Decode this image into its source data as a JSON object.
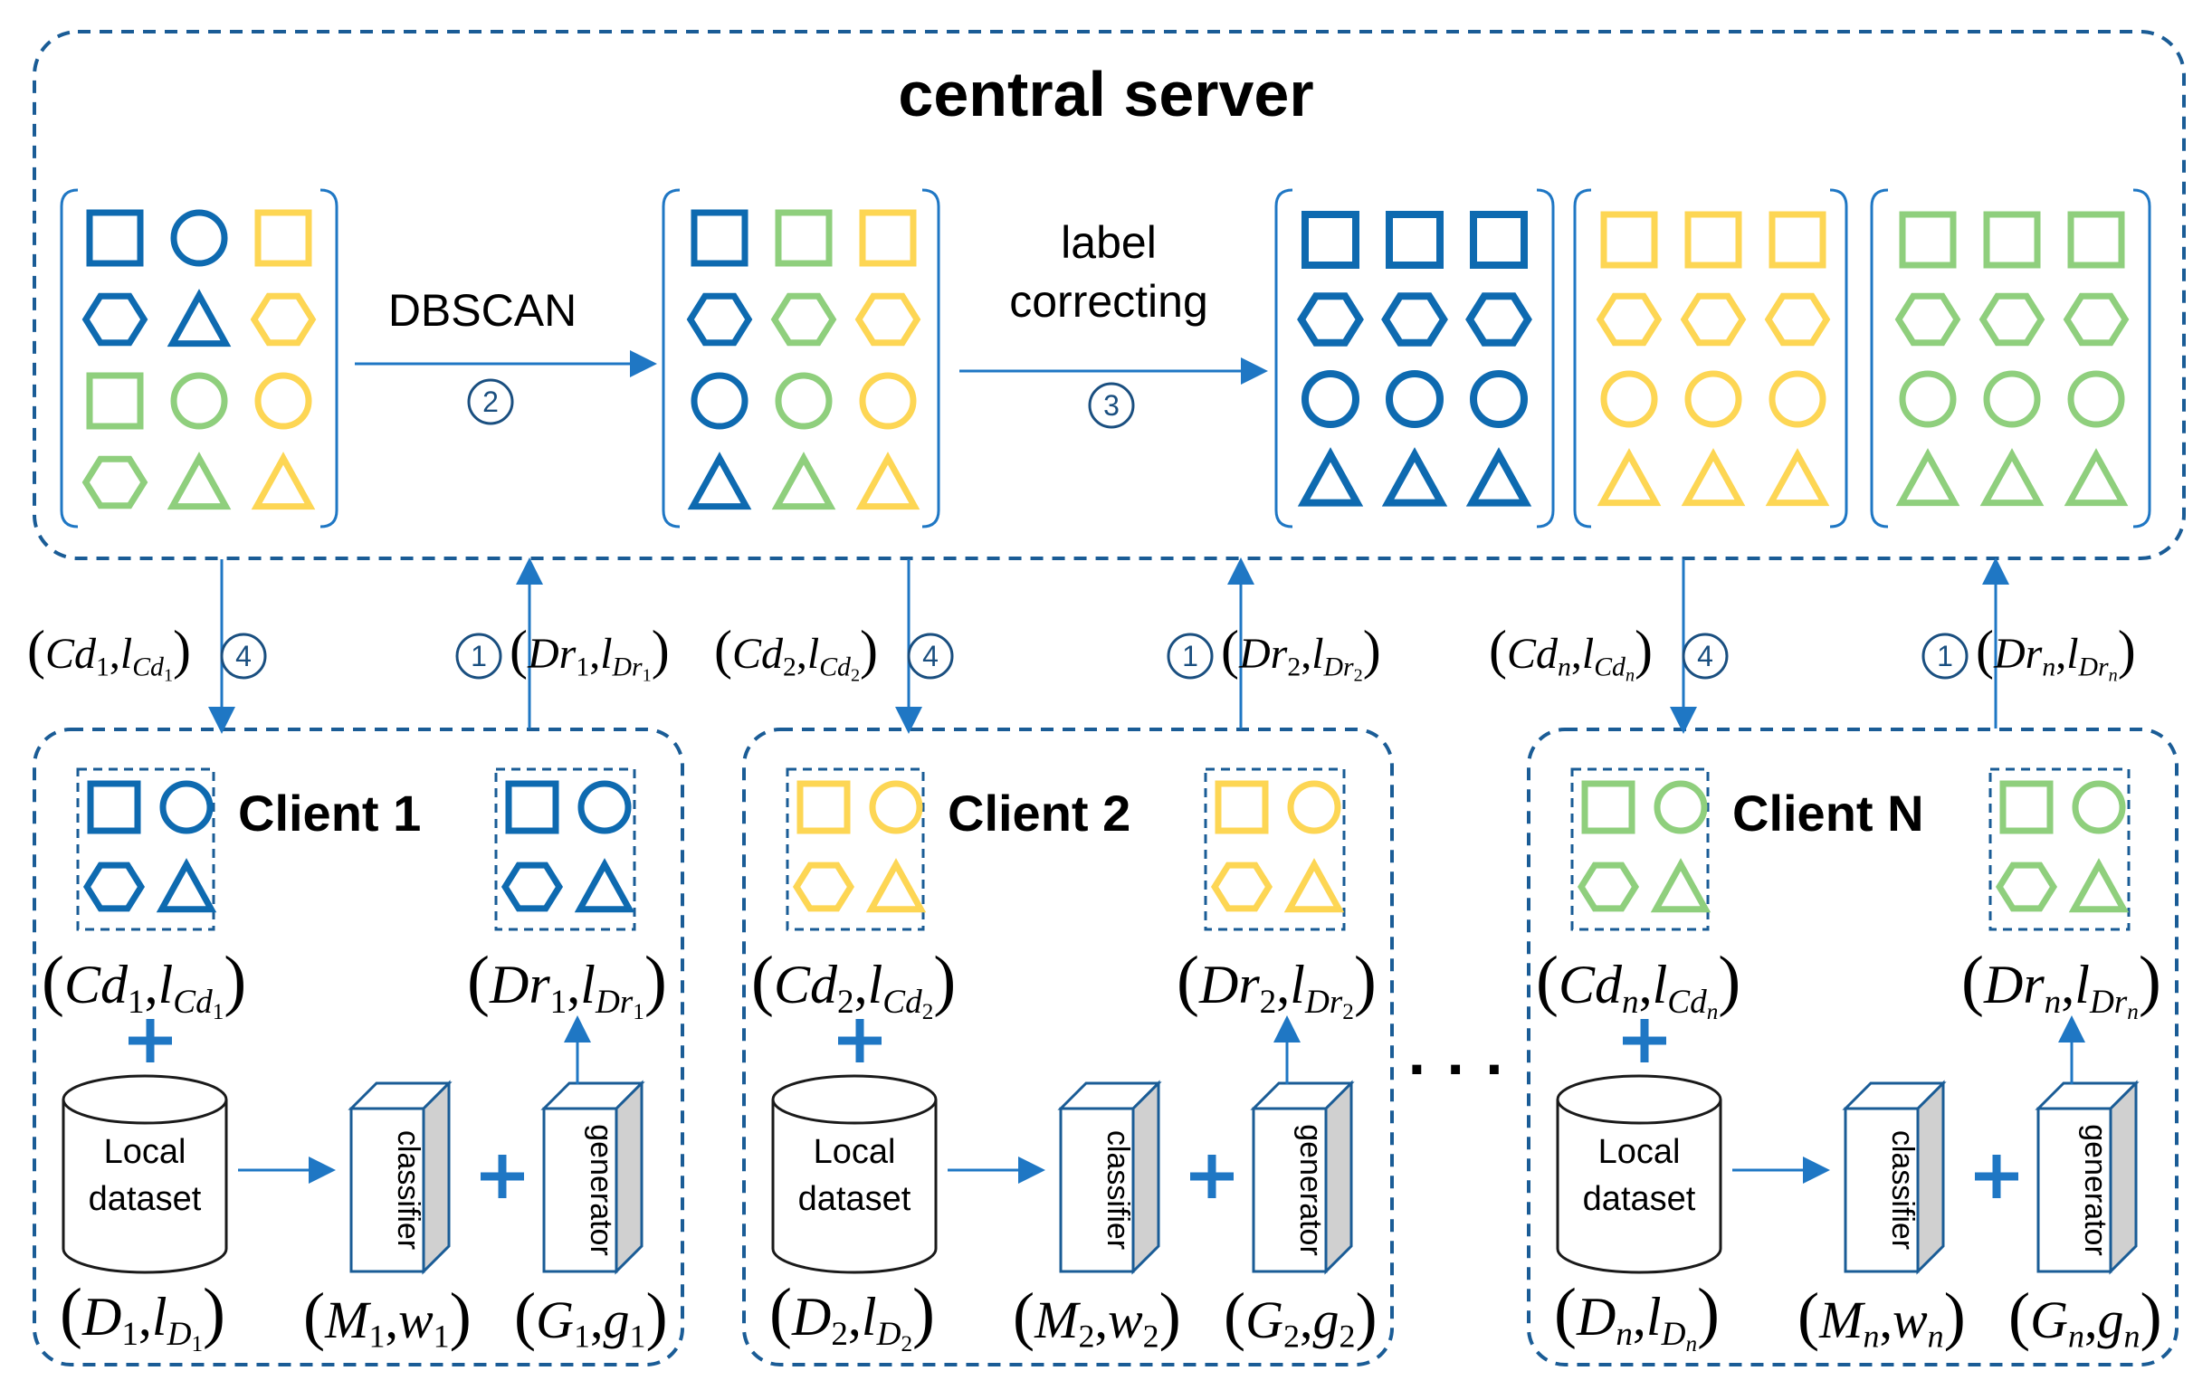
{
  "server": {
    "title": "central server"
  },
  "steps": {
    "dbscan": {
      "label": "DBSCAN",
      "number": "2"
    },
    "label_correcting": {
      "label_line1": "label",
      "label_line2": "correcting",
      "number": "3"
    },
    "upload_number": "1",
    "download_number": "4"
  },
  "colors": {
    "blue": "#0e6ab0",
    "green": "#8fcf7d",
    "yellow": "#fdd654",
    "frame": "#1a5c96",
    "arrow": "#1f77c4",
    "box_face": "#ffffff",
    "box_side": "#d0d0d0"
  },
  "ellipsis": "· · ·",
  "clients": [
    {
      "title": "Client 1",
      "color": "yellow",
      "cd_base": "Cd",
      "cd_sub": "1",
      "lcd_base": "l",
      "lcd_sub": "Cd",
      "lcd_subsub": "1",
      "dr_base": "Dr",
      "dr_sub": "1",
      "ldr_base": "l",
      "ldr_sub": "Dr",
      "ldr_subsub": "1",
      "dataset_line1": "Local",
      "dataset_line2": "dataset",
      "d_base": "D",
      "d_sub": "1",
      "ld_base": "l",
      "ld_sub": "D",
      "ld_subsub": "1",
      "classifier": "classifier",
      "generator": "generator",
      "m_base": "M",
      "m_sub": "1",
      "w_base": "w",
      "w_sub": "1",
      "g_base": "G",
      "g_sub": "1",
      "gg_base": "g",
      "gg_sub": "1"
    },
    {
      "title": "Client 2",
      "color": "yellow",
      "cd_base": "Cd",
      "cd_sub": "2",
      "lcd_base": "l",
      "lcd_sub": "Cd",
      "lcd_subsub": "2",
      "dr_base": "Dr",
      "dr_sub": "2",
      "ldr_base": "l",
      "ldr_sub": "Dr",
      "ldr_subsub": "2",
      "dataset_line1": "Local",
      "dataset_line2": "dataset",
      "d_base": "D",
      "d_sub": "2",
      "ld_base": "l",
      "ld_sub": "D",
      "ld_subsub": "2",
      "classifier": "classifier",
      "generator": "generator",
      "m_base": "M",
      "m_sub": "2",
      "w_base": "w",
      "w_sub": "2",
      "g_base": "G",
      "g_sub": "2",
      "gg_base": "g",
      "gg_sub": "2"
    },
    {
      "title": "Client N",
      "color": "green",
      "cd_base": "Cd",
      "cd_sub": "n",
      "lcd_base": "l",
      "lcd_sub": "Cd",
      "lcd_subsub": "n",
      "dr_base": "Dr",
      "dr_sub": "n",
      "ldr_base": "l",
      "ldr_sub": "Dr",
      "ldr_subsub": "n",
      "dataset_line1": "Local",
      "dataset_line2": "dataset",
      "d_base": "D",
      "d_sub": "n",
      "ld_base": "l",
      "ld_sub": "D",
      "ld_subsub": "n",
      "classifier": "classifier",
      "generator": "generator",
      "m_base": "M",
      "m_sub": "n",
      "w_base": "w",
      "w_sub": "n",
      "g_base": "G",
      "g_sub": "n",
      "gg_base": "g",
      "gg_sub": "n"
    }
  ],
  "panels": {
    "raw": [
      [
        "blue-square",
        "blue-circle",
        "yellow-square"
      ],
      [
        "blue-hexagon",
        "blue-triangle",
        "yellow-hexagon"
      ],
      [
        "green-square",
        "green-circle",
        "yellow-circle"
      ],
      [
        "green-hexagon",
        "green-triangle",
        "yellow-triangle"
      ]
    ],
    "clustered": [
      [
        "blue-square",
        "green-square",
        "yellow-square"
      ],
      [
        "blue-hexagon",
        "green-hexagon",
        "yellow-hexagon"
      ],
      [
        "blue-circle",
        "green-circle",
        "yellow-circle"
      ],
      [
        "blue-triangle",
        "green-triangle",
        "yellow-triangle"
      ]
    ],
    "corrected_blue": [
      [
        "blue-square",
        "blue-square",
        "blue-square"
      ],
      [
        "blue-hexagon",
        "blue-hexagon",
        "blue-hexagon"
      ],
      [
        "blue-circle",
        "blue-circle",
        "blue-circle"
      ],
      [
        "blue-triangle",
        "blue-triangle",
        "blue-triangle"
      ]
    ],
    "corrected_yellow": [
      [
        "yellow-square",
        "yellow-square",
        "yellow-square"
      ],
      [
        "yellow-hexagon",
        "yellow-hexagon",
        "yellow-hexagon"
      ],
      [
        "yellow-circle",
        "yellow-circle",
        "yellow-circle"
      ],
      [
        "yellow-triangle",
        "yellow-triangle",
        "yellow-triangle"
      ]
    ],
    "corrected_green": [
      [
        "green-square",
        "green-square",
        "green-square"
      ],
      [
        "green-hexagon",
        "green-hexagon",
        "green-hexagon"
      ],
      [
        "green-circle",
        "green-circle",
        "green-circle"
      ],
      [
        "green-triangle",
        "green-triangle",
        "green-triangle"
      ]
    ],
    "client_shapes": [
      [
        "square",
        "circle"
      ],
      [
        "hexagon",
        "triangle"
      ]
    ]
  }
}
